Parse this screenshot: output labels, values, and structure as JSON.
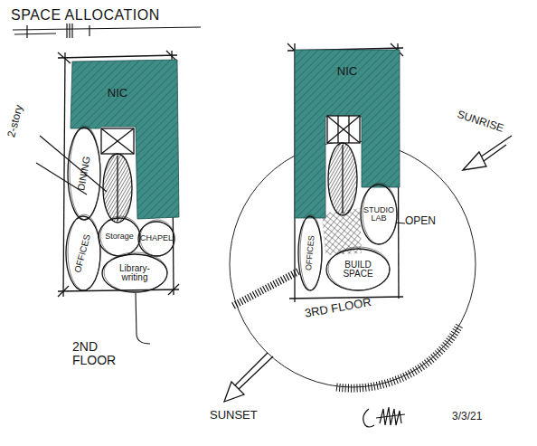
{
  "diagram": {
    "title": "SPACE ALLOCATION",
    "nodes": [
      {
        "text": [
          "NIC"
        ]
      },
      {
        "text": [
          "DINING"
        ]
      },
      {
        "text": [
          "OFFICES"
        ]
      },
      {
        "text": [
          "Storage"
        ]
      },
      {
        "text": [
          "CHAPEL"
        ]
      },
      {
        "text": [
          "Library-writing"
        ]
      },
      {
        "text": [
          "NIC"
        ]
      },
      {
        "text": [
          "STUDIO LAB"
        ]
      },
      {
        "text": [
          "OFFICES"
        ]
      },
      {
        "text": [
          "BUILD SPACE"
        ]
      }
    ],
    "labels": [
      "2-story",
      "2ND FLOOR",
      "SUNRISE",
      "OPEN",
      "3RD FLOOR",
      "SUNSET",
      "3/3/21"
    ]
  }
}
